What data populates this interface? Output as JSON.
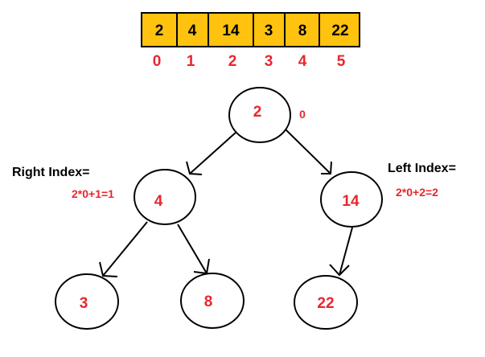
{
  "colors": {
    "array_fill": "#FFC20E",
    "outline": "#000000",
    "label_red": "#E8262D",
    "text_black": "#000000",
    "background": "#FFFFFF"
  },
  "array": {
    "values": [
      "2",
      "4",
      "14",
      "3",
      "8",
      "22"
    ],
    "indices": [
      "0",
      "1",
      "2",
      "3",
      "4",
      "5"
    ]
  },
  "tree": {
    "root": {
      "value": "2",
      "index_label": "0"
    },
    "left_child": {
      "value": "4"
    },
    "right_child": {
      "value": "14"
    },
    "left_left": {
      "value": "3"
    },
    "left_right": {
      "value": "8"
    },
    "right_left": {
      "value": "22"
    }
  },
  "annotations": {
    "right_index_title": "Right Index=",
    "right_index_formula": "2*0+1=1",
    "left_index_title": "Left Index=",
    "left_index_formula": "2*0+2=2"
  }
}
